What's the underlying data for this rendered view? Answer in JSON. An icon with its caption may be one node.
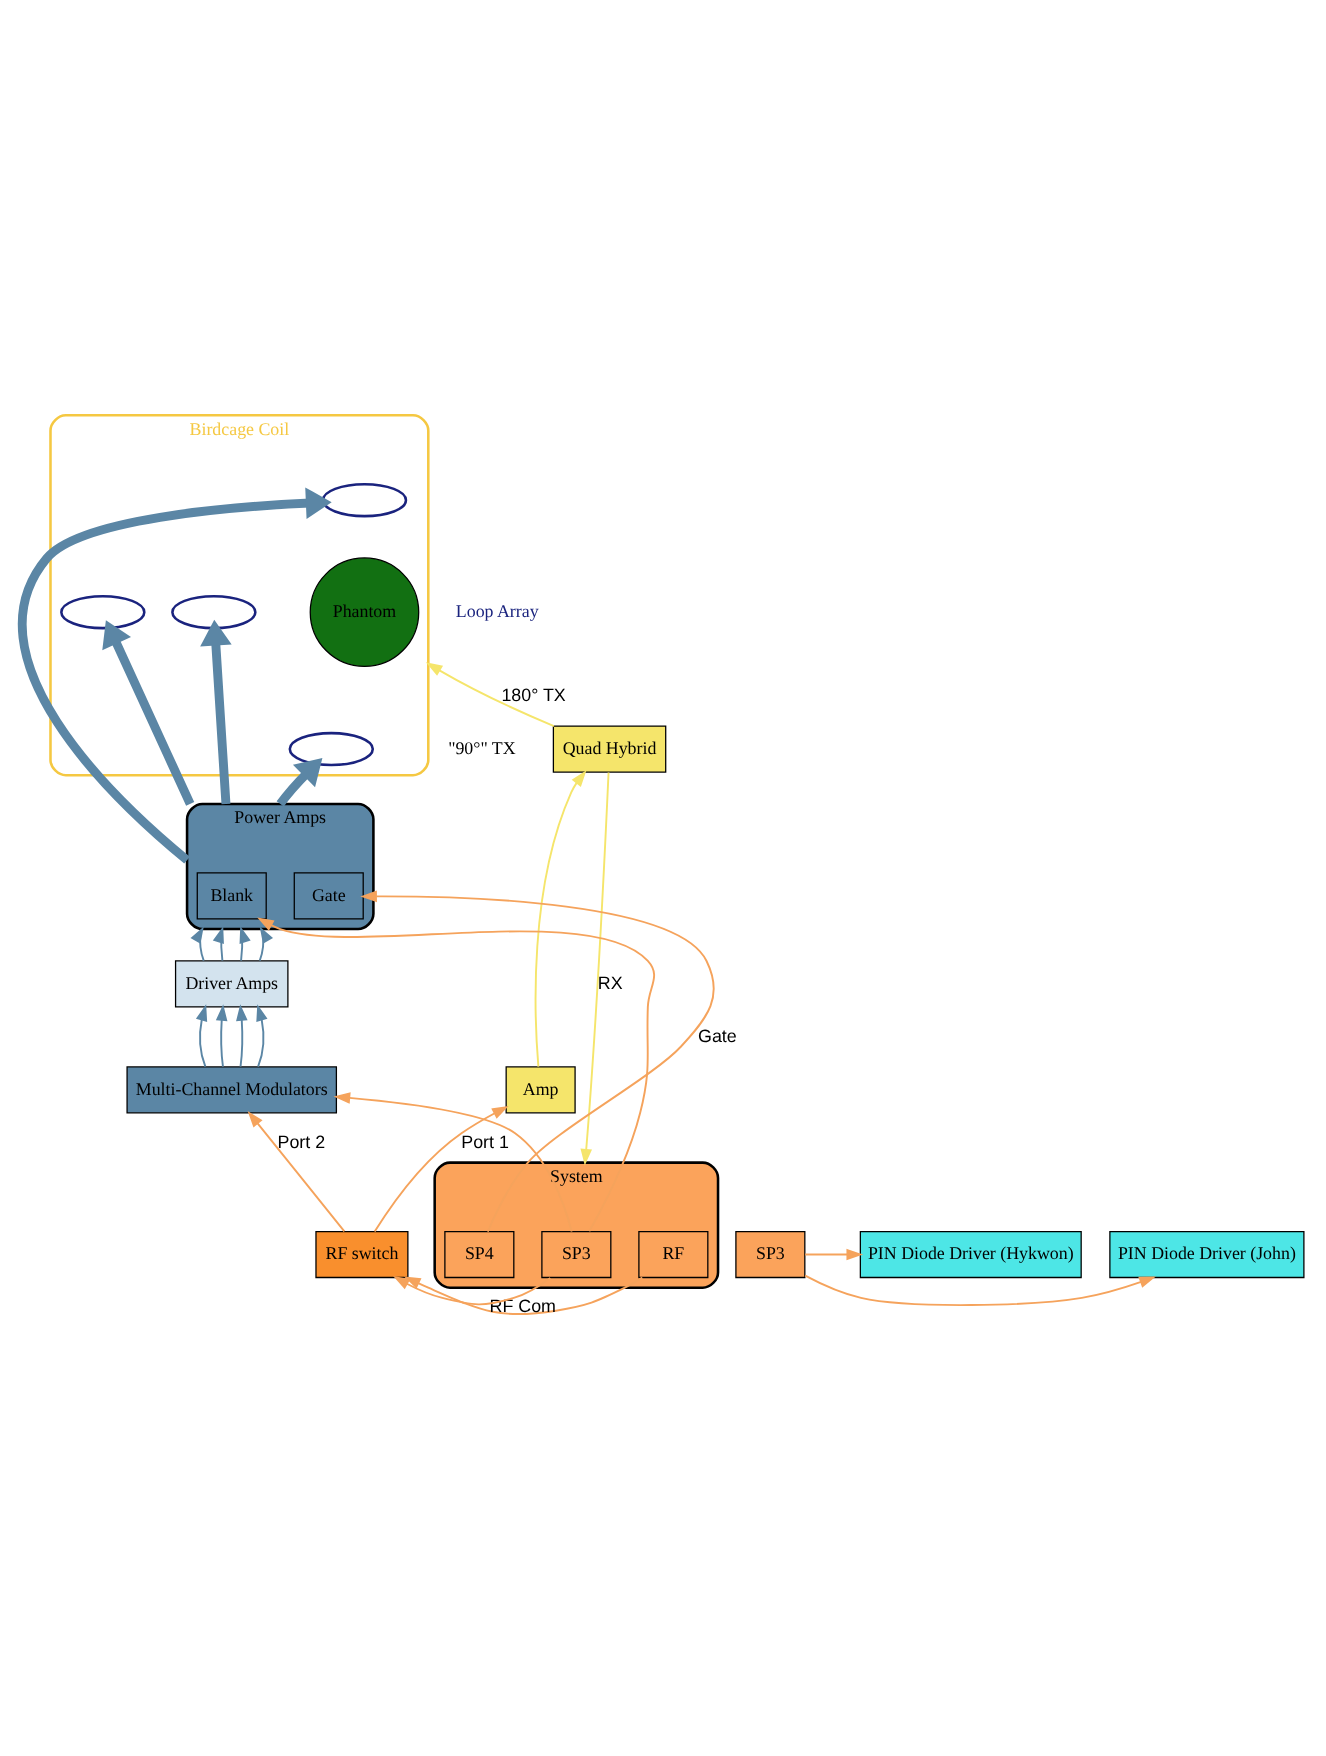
{
  "diagram": {
    "nodes": [
      {
        "text": [
          "Birdcage Coil"
        ]
      },
      {
        "text": [],
        "shape": "ellipse",
        "in": 0
      },
      {
        "text": [],
        "shape": "ellipse",
        "in": 0
      },
      {
        "text": [
          "Phantom"
        ],
        "in": 0
      },
      {
        "text": [],
        "shape": "ellipse",
        "in": 0
      },
      {
        "text": [],
        "shape": "ellipse",
        "in": 0
      },
      {
        "text": [
          "SP3"
        ]
      },
      {
        "text": [
          "PIN Diode Driver (Hykwon)"
        ]
      },
      {
        "text": [
          "PIN Diode Driver (John)"
        ]
      },
      {
        "text": [
          "Quad Hybrid"
        ]
      },
      {
        "text": [
          "Power Amps"
        ]
      },
      {
        "text": [
          "Gate"
        ],
        "in": 10
      },
      {
        "text": [
          "Blank"
        ],
        "in": 10
      },
      {
        "text": [
          "Driver Amps"
        ]
      },
      {
        "text": [
          "Amp"
        ]
      },
      {
        "text": [
          "Multi-Channel Modulators"
        ]
      },
      {
        "text": [
          "RF switch"
        ]
      },
      {
        "text": [
          "System"
        ]
      },
      {
        "text": [
          "RF"
        ],
        "in": 17
      },
      {
        "text": [
          "SP3"
        ],
        "in": 17
      },
      {
        "text": [
          "SP4"
        ],
        "in": 17
      }
    ],
    "edges": [
      {
        "from": 10,
        "to": 1,
        "arrow": "to",
        "style": "thick"
      },
      {
        "from": 10,
        "to": 4,
        "arrow": "to",
        "style": "thick"
      },
      {
        "from": 10,
        "to": 2,
        "arrow": "to",
        "style": "thick"
      },
      {
        "from": 10,
        "to": 5,
        "arrow": "to",
        "style": "thick"
      },
      {
        "from": 9,
        "to": 0,
        "arrow": "to",
        "label": "180° TX",
        "color": "#f5e56b"
      },
      {
        "from": 6,
        "to": 7,
        "arrow": "to",
        "color": "#f5a35c"
      },
      {
        "from": 6,
        "to": 8,
        "arrow": "to",
        "color": "#f5a35c"
      },
      {
        "from": 9,
        "to": 17,
        "arrow": "to",
        "label": "RX",
        "color": "#f5e56b"
      },
      {
        "from": 14,
        "to": 9,
        "arrow": "to",
        "color": "#f5e56b"
      },
      {
        "from": 13,
        "to": 10,
        "arrow": "to"
      },
      {
        "from": 13,
        "to": 10,
        "arrow": "to"
      },
      {
        "from": 13,
        "to": 10,
        "arrow": "to"
      },
      {
        "from": 13,
        "to": 10,
        "arrow": "to"
      },
      {
        "from": 15,
        "to": 13,
        "arrow": "to"
      },
      {
        "from": 15,
        "to": 13,
        "arrow": "to"
      },
      {
        "from": 15,
        "to": 13,
        "arrow": "to"
      },
      {
        "from": 15,
        "to": 13,
        "arrow": "to"
      },
      {
        "from": 16,
        "to": 14,
        "arrow": "to",
        "label": "Port 1",
        "color": "#f5a35c"
      },
      {
        "from": 16,
        "to": 15,
        "arrow": "to",
        "label": "Port 2",
        "color": "#f5a35c"
      },
      {
        "from": 18,
        "to": 16,
        "arrow": "to",
        "label": "RF Com",
        "color": "#f5a35c"
      },
      {
        "from": 19,
        "to": 15,
        "arrow": "to",
        "color": "#f5a35c"
      },
      {
        "from": 19,
        "to": 16,
        "arrow": "to",
        "color": "#f5a35c"
      },
      {
        "from": 19,
        "to": 12,
        "arrow": "to",
        "color": "#f5a35c"
      },
      {
        "from": 20,
        "to": 11,
        "arrow": "to",
        "label": "Gate",
        "color": "#f5a35c"
      }
    ],
    "labels": [
      "Loop Array",
      "\"90°\" TX"
    ]
  }
}
